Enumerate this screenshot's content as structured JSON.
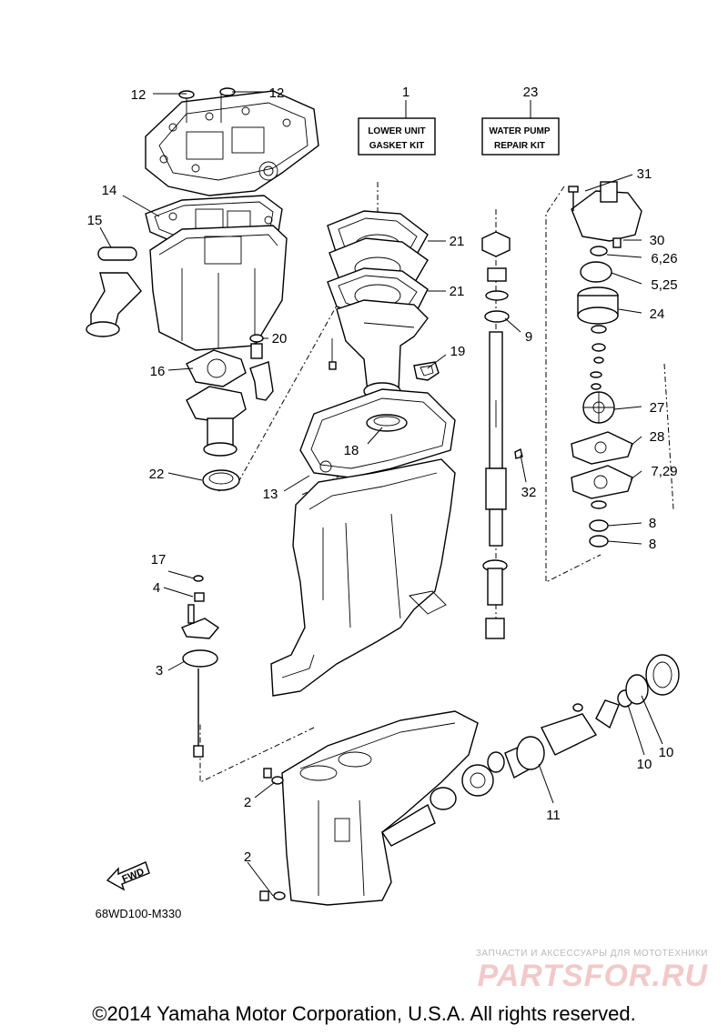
{
  "diagram": {
    "kits": [
      {
        "number": "1",
        "line1": "LOWER UNIT",
        "line2": "GASKET KIT"
      },
      {
        "number": "23",
        "line1": "WATER PUMP",
        "line2": "REPAIR KIT"
      }
    ],
    "callouts": {
      "c12a": "12",
      "c12b": "12",
      "c14": "14",
      "c15": "15",
      "c16": "16",
      "c20": "20",
      "c22": "22",
      "c21a": "21",
      "c21b": "21",
      "c19": "19",
      "c18": "18",
      "c13": "13",
      "c9": "9",
      "c32": "32",
      "c31": "31",
      "c30": "30",
      "c626": "6,26",
      "c525": "5,25",
      "c24": "24",
      "c27": "27",
      "c28": "28",
      "c729": "7,29",
      "c8a": "8",
      "c8b": "8",
      "c17": "17",
      "c4": "4",
      "c3": "3",
      "c10a": "10",
      "c10b": "10",
      "c11": "11",
      "c2a": "2",
      "c2b": "2"
    },
    "diagram_code": "68WD100-M330",
    "fwd_label": "FWD"
  },
  "footer": {
    "copyright": "©2014 Yamaha Motor Corporation, U.S.A. All rights reserved."
  },
  "watermark": {
    "tagline": "ЗАПЧАСТИ И АКСЕССУАРЫ ДЛЯ МОТОТЕХНИКИ",
    "brand": "PARTSFOR.RU"
  }
}
